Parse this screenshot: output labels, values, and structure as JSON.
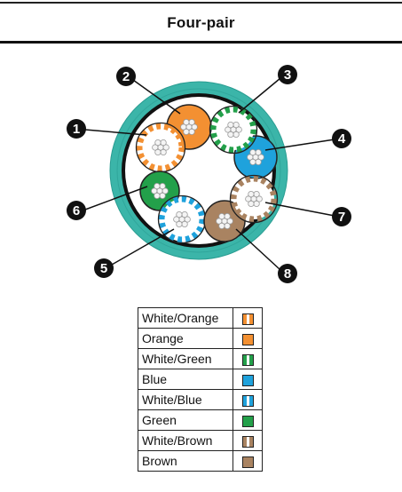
{
  "header": {
    "title": "Four-pair"
  },
  "callouts": [
    "1",
    "2",
    "3",
    "4",
    "5",
    "6",
    "7",
    "8"
  ],
  "colors": {
    "jacket": "#3bb5a9",
    "orange": "#f39032",
    "green": "#23a04a",
    "blue": "#1fa2dc",
    "brown": "#a98361",
    "white": "#ffffff"
  },
  "legend": [
    {
      "label": "White/Orange",
      "color": "#f39032",
      "striped": true,
      "icon": "white-orange-swatch"
    },
    {
      "label": "Orange",
      "color": "#f39032",
      "striped": false,
      "icon": "orange-swatch"
    },
    {
      "label": "White/Green",
      "color": "#23a04a",
      "striped": true,
      "icon": "white-green-swatch"
    },
    {
      "label": "Blue",
      "color": "#1fa2dc",
      "striped": false,
      "icon": "blue-swatch"
    },
    {
      "label": "White/Blue",
      "color": "#1fa2dc",
      "striped": true,
      "icon": "white-blue-swatch"
    },
    {
      "label": "Green",
      "color": "#23a04a",
      "striped": false,
      "icon": "green-swatch"
    },
    {
      "label": "White/Brown",
      "color": "#a98361",
      "striped": true,
      "icon": "white-brown-swatch"
    },
    {
      "label": "Brown",
      "color": "#a98361",
      "striped": false,
      "icon": "brown-swatch"
    }
  ]
}
